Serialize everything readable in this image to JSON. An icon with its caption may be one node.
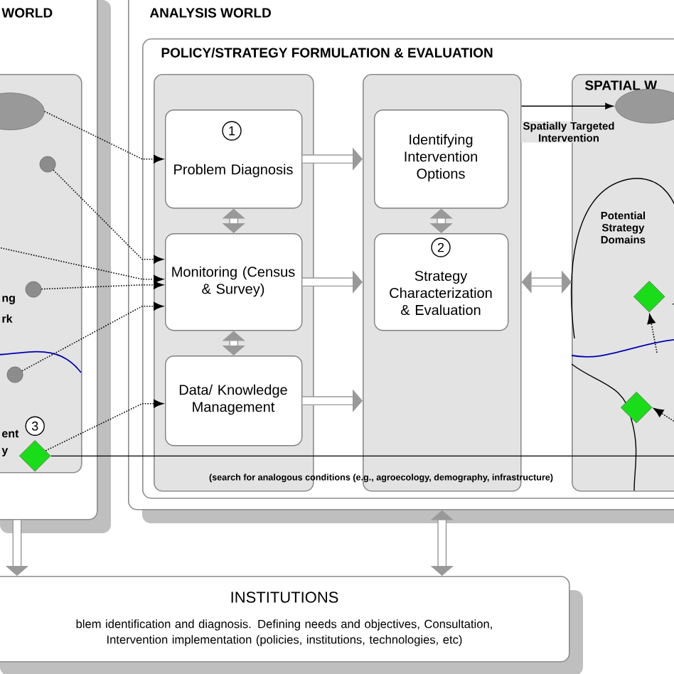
{
  "diagram": {
    "nodes": [
      {
        "text": [
          "WORLD"
        ]
      },
      {
        "text": [],
        "shape": "box",
        "in": 0
      },
      {
        "text": [],
        "shape": "ellipse",
        "in": 1
      },
      {
        "text": [],
        "shape": "circle",
        "in": 1
      },
      {
        "text": [],
        "shape": "circle",
        "in": 1
      },
      {
        "text": [],
        "shape": "circle",
        "in": 1
      },
      {
        "text": [],
        "shape": "diamond",
        "in": 1,
        "beside": [
          "3"
        ]
      },
      {
        "text": [
          "ANALYSIS WORLD"
        ]
      },
      {
        "text": [
          "POLICY/STRATEGY FORMULATION & EVALUATION"
        ],
        "in": 7
      },
      {
        "text": [],
        "shape": "box",
        "in": 8
      },
      {
        "text": [
          "1",
          "Problem Diagnosis"
        ],
        "in": 9
      },
      {
        "text": [
          "Monitoring (Census & Survey)"
        ],
        "in": 9
      },
      {
        "text": [
          "Data/ Knowledge Management"
        ],
        "in": 9
      },
      {
        "text": [],
        "shape": "box",
        "in": 8
      },
      {
        "text": [
          "Identifying Intervention Options"
        ],
        "in": 13
      },
      {
        "text": [
          "2",
          "Strategy Characterization & Evaluation"
        ],
        "in": 13
      },
      {
        "text": [
          "SPATIAL W"
        ],
        "in": 8
      },
      {
        "text": [],
        "shape": "ellipse",
        "in": 16
      },
      {
        "text": [
          "Potential Strategy Domains"
        ],
        "in": 16
      },
      {
        "text": [],
        "shape": "diamond",
        "in": 18
      },
      {
        "text": [],
        "shape": "diamond",
        "in": 16
      },
      {
        "text": [
          "INSTITUTIONS",
          "blem identification and diagnosis. Defining needs and objectives, Consultation, Intervention implementation (policies, institutions, technologies, etc)"
        ]
      }
    ],
    "edges": [
      {
        "from": 2,
        "to": 10,
        "arrow": "to",
        "style": "dashed"
      },
      {
        "from": 3,
        "to": 11,
        "arrow": "to",
        "style": "dashed"
      },
      {
        "from": 1,
        "to": 11,
        "arrow": "to",
        "style": "dashed"
      },
      {
        "from": 4,
        "to": 11,
        "arrow": "to",
        "style": "dashed"
      },
      {
        "from": 5,
        "to": 11,
        "arrow": "to",
        "style": "dashed"
      },
      {
        "from": 6,
        "to": 12,
        "arrow": "to",
        "style": "dashed"
      },
      {
        "from": 6,
        "to": 16,
        "arrow": "none",
        "color": "#000000",
        "label": "(search for analogous conditions (e.g., agroecology, demography, infrastructure)"
      },
      {
        "from": 13,
        "to": 17,
        "arrow": "to",
        "color": "#000000",
        "label": "Spatially Targeted Intervention"
      },
      {
        "from": 10,
        "to": 11,
        "arrow": "both",
        "style": "thick",
        "color": "#999999"
      },
      {
        "from": 11,
        "to": 12,
        "arrow": "both",
        "style": "thick",
        "color": "#999999"
      },
      {
        "from": 14,
        "to": 15,
        "arrow": "both",
        "style": "thick",
        "color": "#999999"
      },
      {
        "from": 10,
        "to": 13,
        "arrow": "to",
        "style": "thick",
        "color": "#999999"
      },
      {
        "from": 11,
        "to": 13,
        "arrow": "to",
        "style": "thick",
        "color": "#999999"
      },
      {
        "from": 12,
        "to": 13,
        "arrow": "to",
        "style": "thick",
        "color": "#999999"
      },
      {
        "from": 13,
        "to": 16,
        "arrow": "both",
        "style": "thick",
        "color": "#999999"
      },
      {
        "from": 7,
        "to": 21,
        "arrow": "both",
        "style": "thick",
        "color": "#999999"
      },
      {
        "from": 0,
        "to": 21,
        "arrow": "to",
        "style": "thick",
        "color": "#999999"
      },
      {
        "from": null,
        "to": 19,
        "arrow": "to",
        "style": "dashed"
      },
      {
        "from": null,
        "to": 20,
        "arrow": "to",
        "style": "dashed"
      }
    ],
    "labels": [
      "ng",
      "rk",
      "ent",
      "y"
    ]
  }
}
